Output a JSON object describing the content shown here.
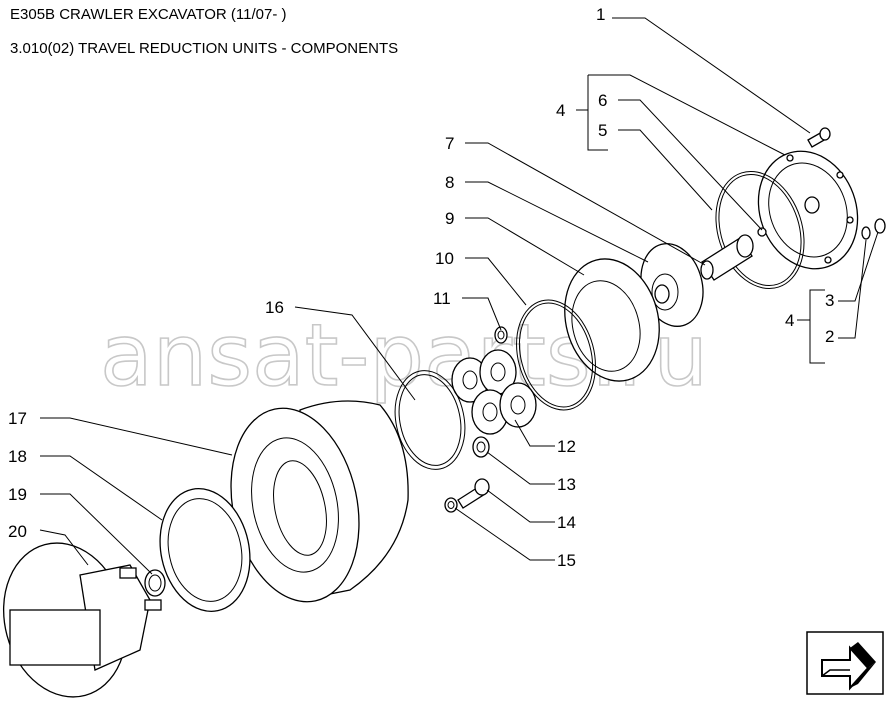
{
  "header": {
    "title": "E305B CRAWLER EXCAVATOR (11/07- )",
    "subtitle": "3.010(02) TRAVEL REDUCTION UNITS - COMPONENTS"
  },
  "watermark": "ansat-parts.ru",
  "callouts": [
    "1",
    "2",
    "3",
    "4",
    "4",
    "5",
    "6",
    "7",
    "8",
    "9",
    "10",
    "11",
    "12",
    "13",
    "14",
    "15",
    "16",
    "17",
    "18",
    "19",
    "20"
  ],
  "nav": {
    "icon": "next-page-arrow-icon"
  }
}
